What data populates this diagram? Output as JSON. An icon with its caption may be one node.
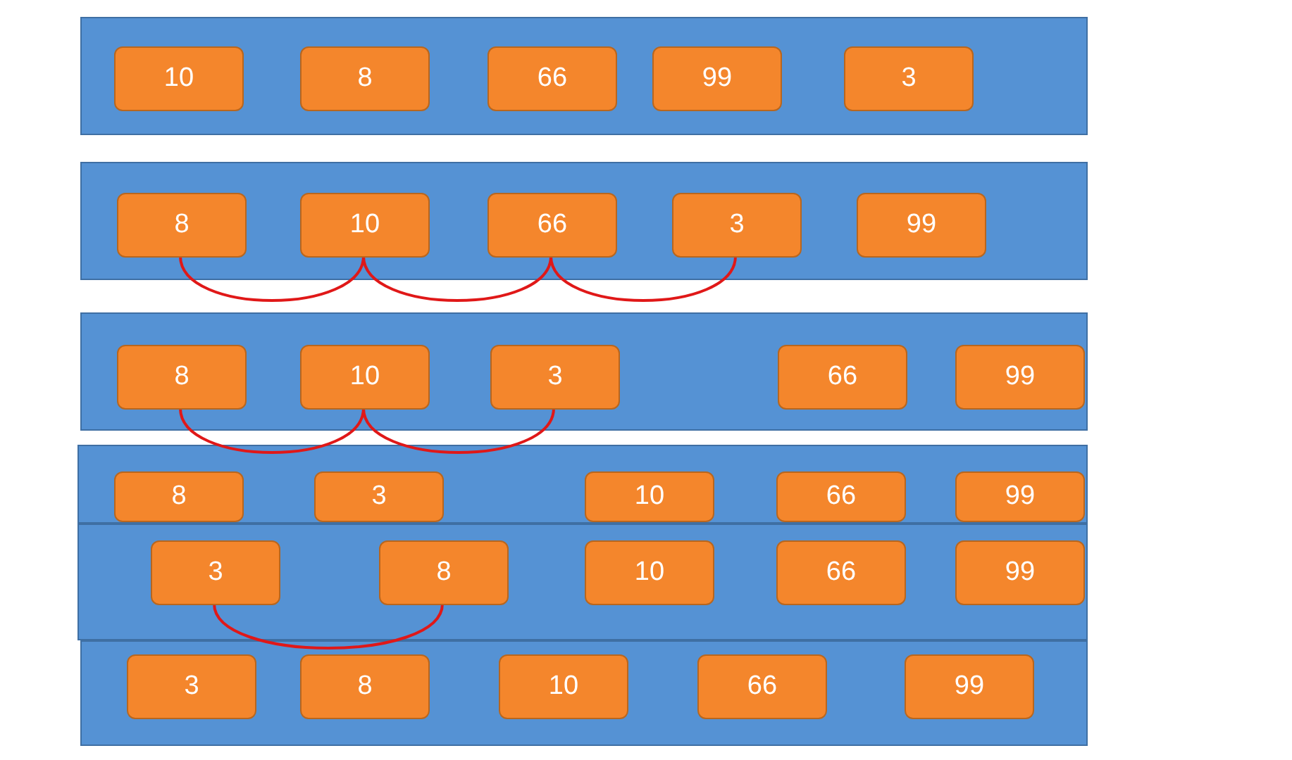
{
  "diagram": {
    "nodes": [
      {
        "text": [],
        "shape": "bar"
      },
      {
        "text": [
          "10"
        ],
        "in": 0
      },
      {
        "text": [
          "8"
        ],
        "in": 0
      },
      {
        "text": [
          "66"
        ],
        "in": 0
      },
      {
        "text": [
          "99"
        ],
        "in": 0
      },
      {
        "text": [
          "3"
        ],
        "in": 0
      },
      {
        "text": [],
        "shape": "bar"
      },
      {
        "text": [
          "8"
        ],
        "in": 6
      },
      {
        "text": [
          "10"
        ],
        "in": 6
      },
      {
        "text": [
          "66"
        ],
        "in": 6
      },
      {
        "text": [
          "3"
        ],
        "in": 6
      },
      {
        "text": [
          "99"
        ],
        "in": 6
      },
      {
        "text": [],
        "shape": "bar"
      },
      {
        "text": [
          "8"
        ],
        "in": 12
      },
      {
        "text": [
          "10"
        ],
        "in": 12
      },
      {
        "text": [
          "3"
        ],
        "in": 12
      },
      {
        "text": [
          "66"
        ],
        "in": 12
      },
      {
        "text": [
          "99"
        ],
        "in": 12
      },
      {
        "text": [],
        "shape": "bar"
      },
      {
        "text": [
          "8"
        ],
        "in": 18
      },
      {
        "text": [
          "3"
        ],
        "in": 18
      },
      {
        "text": [
          "10"
        ],
        "in": 18
      },
      {
        "text": [
          "66"
        ],
        "in": 18
      },
      {
        "text": [
          "99"
        ],
        "in": 18
      },
      {
        "text": [],
        "shape": "bar"
      },
      {
        "text": [
          "3"
        ],
        "in": 24
      },
      {
        "text": [
          "8"
        ],
        "in": 24
      },
      {
        "text": [
          "10"
        ],
        "in": 24
      },
      {
        "text": [
          "66"
        ],
        "in": 24
      },
      {
        "text": [
          "99"
        ],
        "in": 24
      },
      {
        "text": [],
        "shape": "bar"
      },
      {
        "text": [
          "3"
        ],
        "in": 30
      },
      {
        "text": [
          "8"
        ],
        "in": 30
      },
      {
        "text": [
          "10"
        ],
        "in": 30
      },
      {
        "text": [
          "66"
        ],
        "in": 30
      },
      {
        "text": [
          "99"
        ],
        "in": 30
      }
    ],
    "edges": [
      {
        "from": 7,
        "to": 8,
        "arrow": "none"
      },
      {
        "from": 8,
        "to": 9,
        "arrow": "none"
      },
      {
        "from": 9,
        "to": 10,
        "arrow": "none"
      },
      {
        "from": 13,
        "to": 14,
        "arrow": "none"
      },
      {
        "from": 14,
        "to": 15,
        "arrow": "none"
      },
      {
        "from": 25,
        "to": 26,
        "arrow": "none"
      }
    ]
  }
}
